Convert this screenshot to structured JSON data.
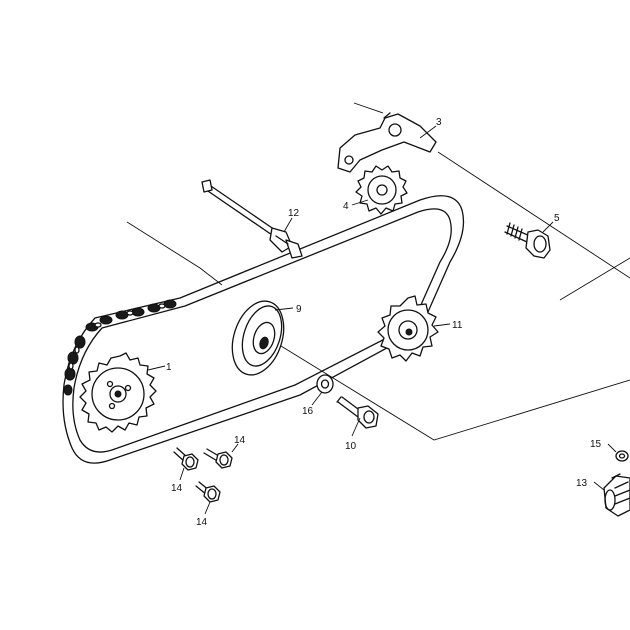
{
  "callouts": {
    "c1": "1",
    "c3": "3",
    "c4": "4",
    "c5": "5",
    "c9": "9",
    "c10": "10",
    "c11": "11",
    "c12": "12",
    "c13": "13",
    "c14a": "14",
    "c14b": "14",
    "c14c": "14",
    "c15": "15",
    "c16": "16"
  }
}
